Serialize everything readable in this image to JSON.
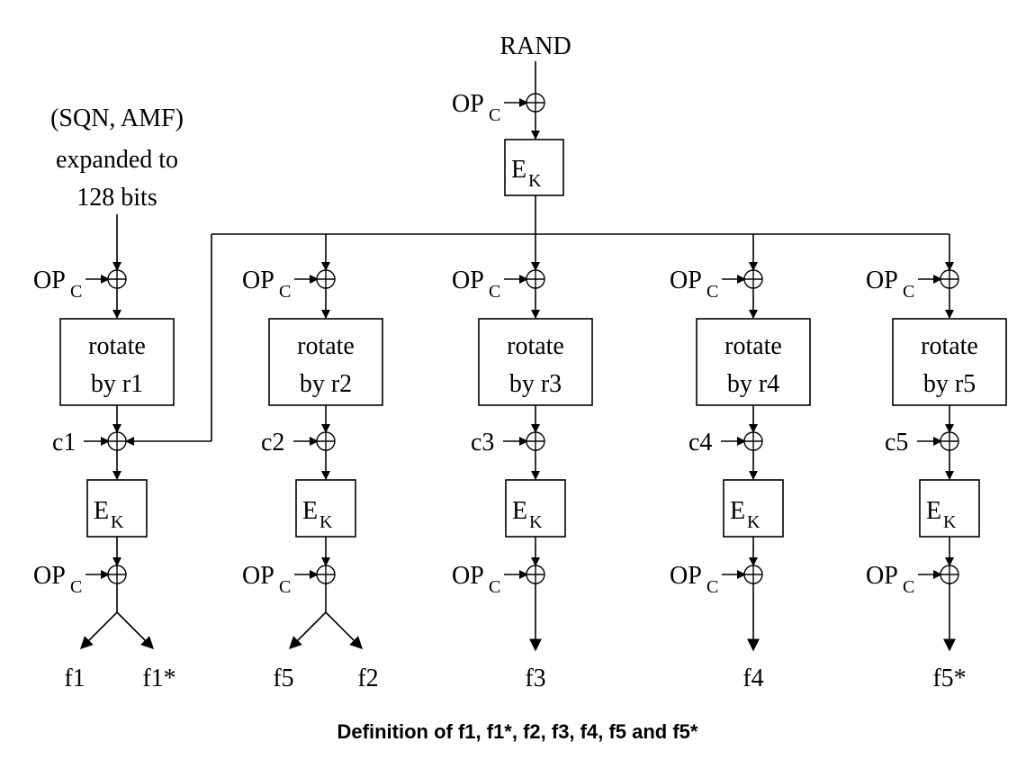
{
  "diagram": {
    "top_input": "RAND",
    "side_input": {
      "line1": "(SQN, AMF)",
      "line2": "expanded to",
      "line3": "128 bits"
    },
    "op": {
      "main": "OP",
      "sub": "C"
    },
    "cipher": {
      "main": "E",
      "sub": "K"
    },
    "branches": [
      {
        "rotate_line1": "rotate",
        "rotate_line2": "by r1",
        "constant": "c1",
        "outputs": [
          "f1",
          "f1*"
        ]
      },
      {
        "rotate_line1": "rotate",
        "rotate_line2": "by r2",
        "constant": "c2",
        "outputs": [
          "f5",
          "f2"
        ]
      },
      {
        "rotate_line1": "rotate",
        "rotate_line2": "by r3",
        "constant": "c3",
        "outputs": [
          "f3"
        ]
      },
      {
        "rotate_line1": "rotate",
        "rotate_line2": "by r4",
        "constant": "c4",
        "outputs": [
          "f4"
        ]
      },
      {
        "rotate_line1": "rotate",
        "rotate_line2": "by r5",
        "constant": "c5",
        "outputs": [
          "f5*"
        ]
      }
    ]
  },
  "caption": "Definition of f1, f1*, f2, f3, f4, f5 and f5*"
}
